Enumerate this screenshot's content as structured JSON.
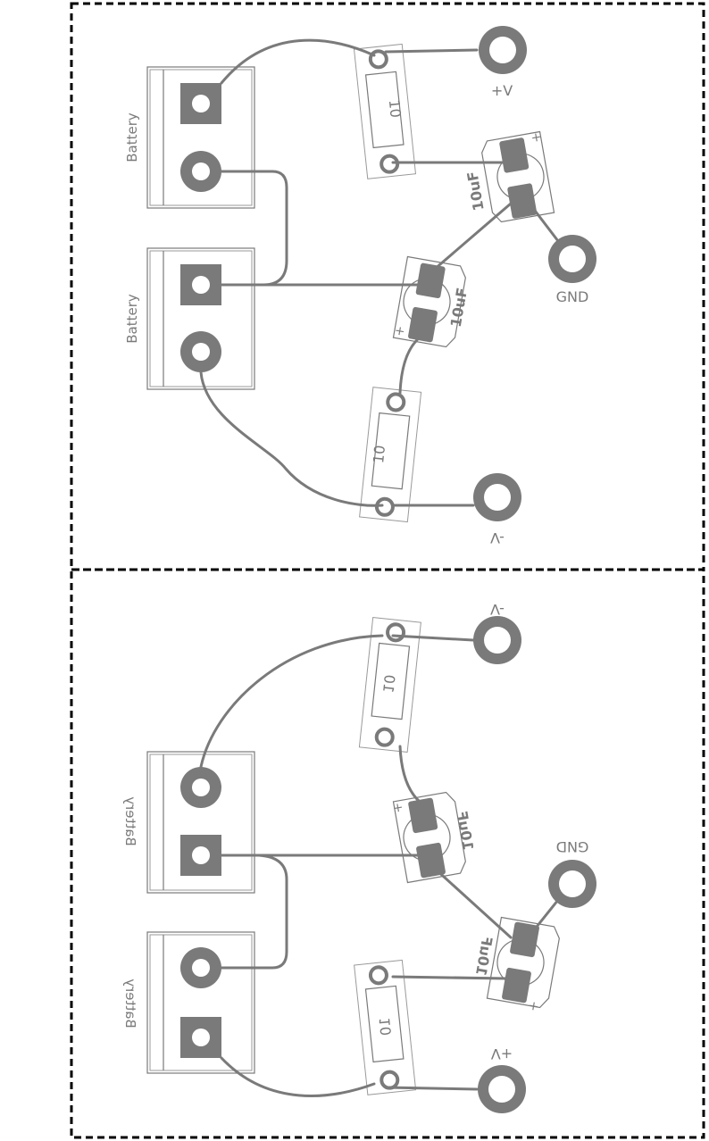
{
  "top_board": {
    "battery_1": "Battery",
    "battery_2": "Battery",
    "resistor_1": "10",
    "resistor_2": "10",
    "cap_1": "10uF",
    "cap_2": "10uF",
    "terminal_pos": "+V",
    "terminal_neg": "-V",
    "terminal_gnd": "GND",
    "plus": "+"
  },
  "bottom_board": {
    "battery_1": "Battery",
    "battery_2": "Battery",
    "resistor_1": "10",
    "resistor_2": "10",
    "cap_1": "10uF",
    "cap_2": "10uF",
    "terminal_pos": "+V",
    "terminal_neg": "-V",
    "terminal_gnd": "GND",
    "plus": "+"
  },
  "colors": {
    "copper": "#7a7a7a",
    "outline": "#000000",
    "background": "#ffffff"
  }
}
